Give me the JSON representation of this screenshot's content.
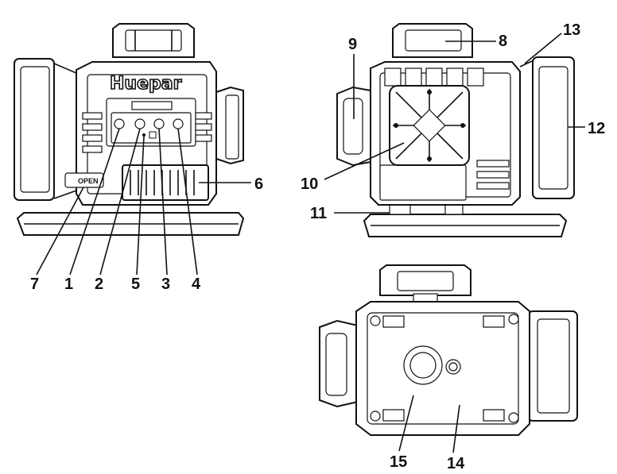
{
  "figure": {
    "logo_text": "Huepar",
    "open_text": "OPEN",
    "callouts": {
      "c1": "1",
      "c2": "2",
      "c3": "3",
      "c4": "4",
      "c5": "5",
      "c6": "6",
      "c7": "7",
      "c8": "8",
      "c9": "9",
      "c10": "10",
      "c11": "11",
      "c12": "12",
      "c13": "13",
      "c14": "14",
      "c15": "15"
    }
  }
}
